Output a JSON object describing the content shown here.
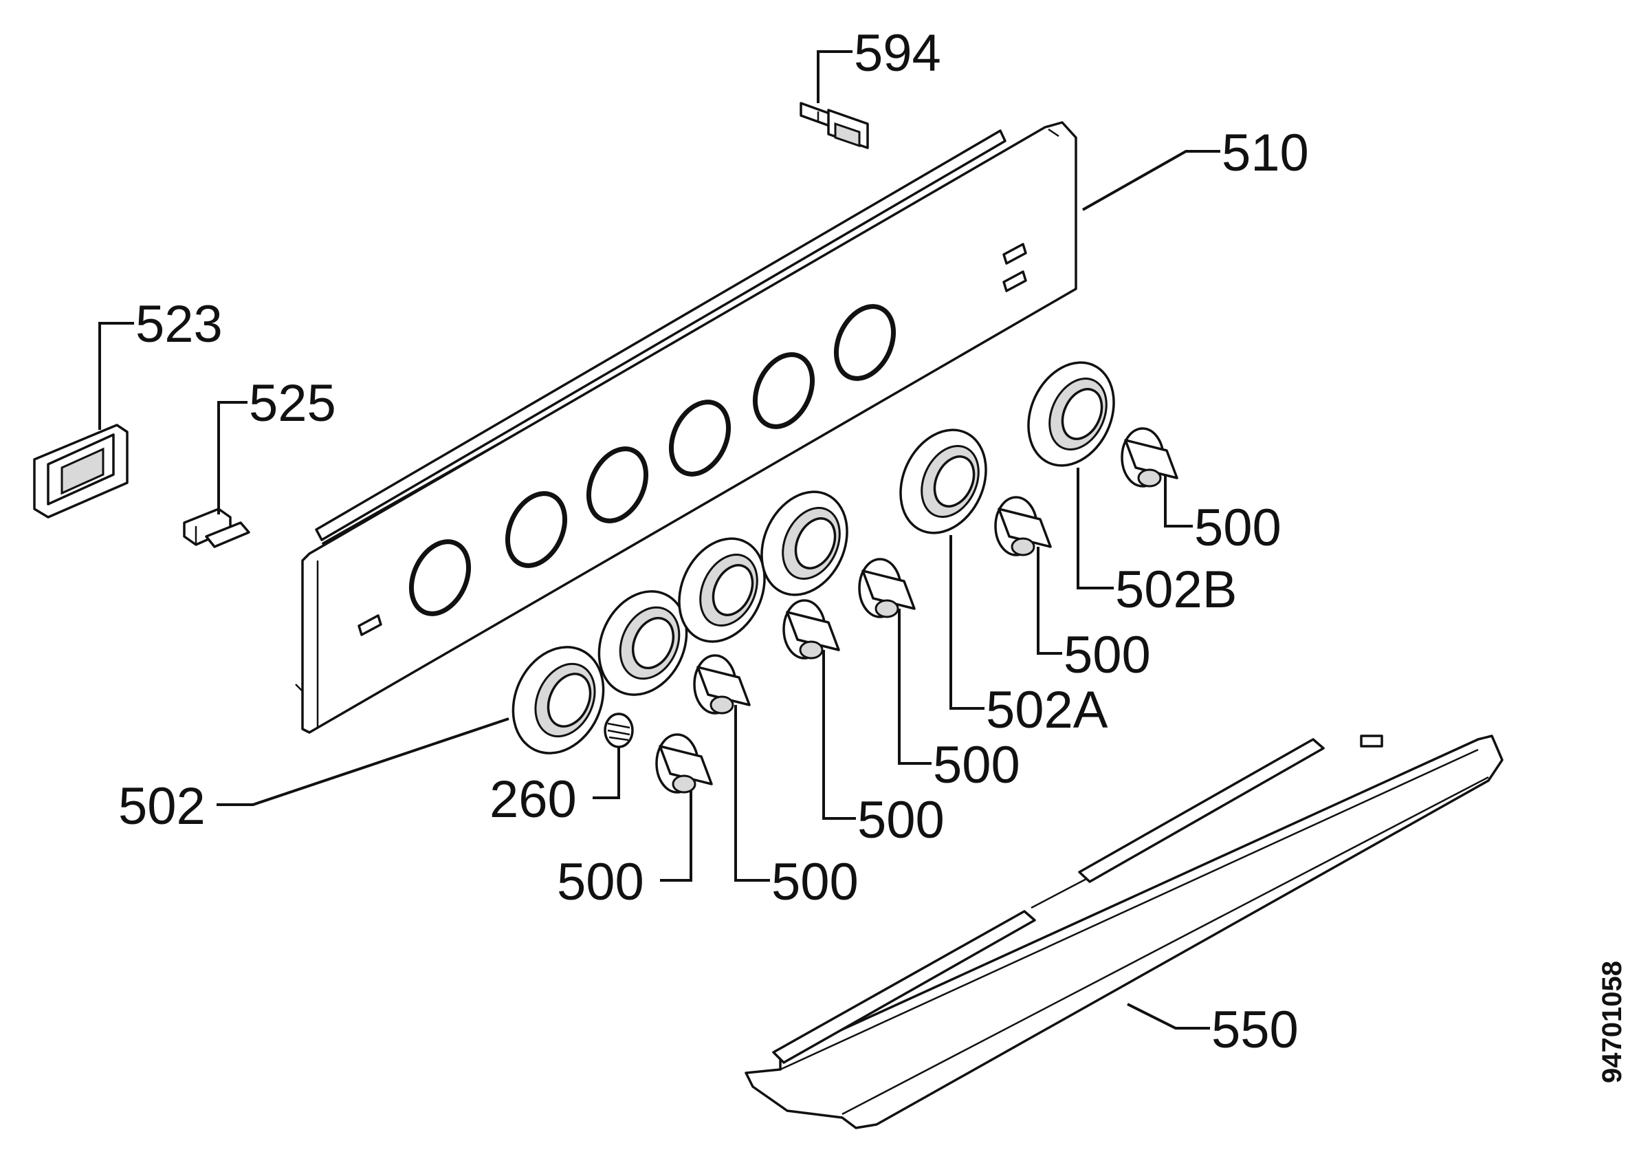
{
  "colors": {
    "line": "#111111",
    "fill": "#ffffff",
    "shade": "#d9d9d9"
  },
  "labels": {
    "p594": "594",
    "p510": "510",
    "p523": "523",
    "p525": "525",
    "p500_a": "500",
    "p502B": "502B",
    "p500_b": "500",
    "p502A": "502A",
    "p500_c": "500",
    "p502": "502",
    "p260": "260",
    "p500_d": "500",
    "p500_e": "500",
    "p500_f": "500",
    "p550": "550"
  },
  "document_id": "94701058"
}
